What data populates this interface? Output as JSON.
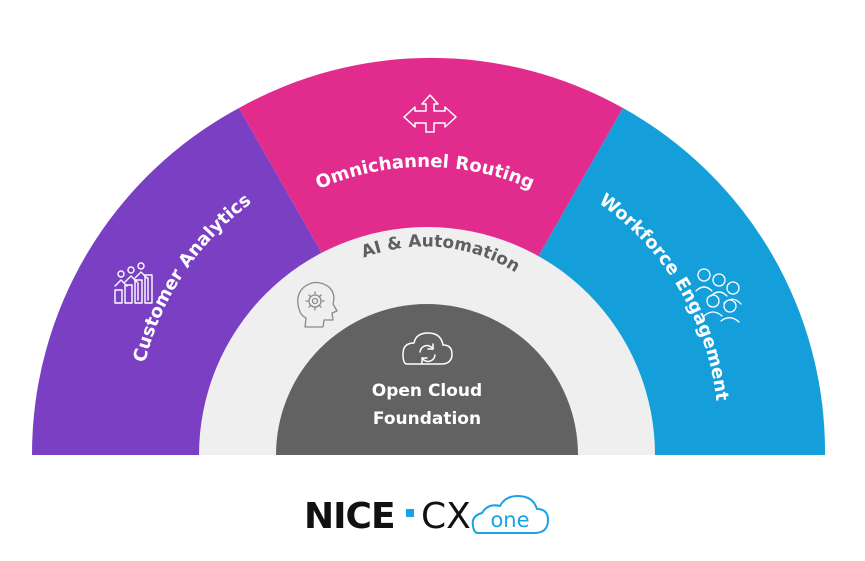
{
  "segments": [
    {
      "label": "Customer Analytics",
      "icon": "analytics-icon",
      "color": "#7b3fc4"
    },
    {
      "label": "Omnichannel Routing",
      "icon": "routing-arrows-icon",
      "color": "#e22c8d"
    },
    {
      "label": "Workforce Engagement",
      "icon": "people-group-icon",
      "color": "#149fdb"
    }
  ],
  "ring": {
    "label": "AI & Automation",
    "icon": "gear-head-icon",
    "color": "#efefef"
  },
  "core": {
    "line1": "Open Cloud",
    "line2": "Foundation",
    "icon": "cloud-sync-icon",
    "color": "#626262"
  },
  "logo": {
    "brand": "NICE",
    "product": "CX",
    "product_suffix": "one",
    "accent_color": "#1ba2e6"
  }
}
